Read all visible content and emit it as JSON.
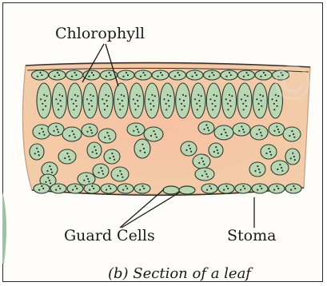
{
  "labels": {
    "top": "Chlorophyll",
    "bottom_left": "Guard Cells",
    "bottom_right": "Stoma"
  },
  "caption": "(b) Section of a leaf",
  "colors": {
    "tissue": "#f3c7a1",
    "cell_fill": "#b8d7b2",
    "cell_stroke": "#2c3b2f",
    "chloroplast": "#23352b",
    "leader_line": "#1a1a1a"
  }
}
